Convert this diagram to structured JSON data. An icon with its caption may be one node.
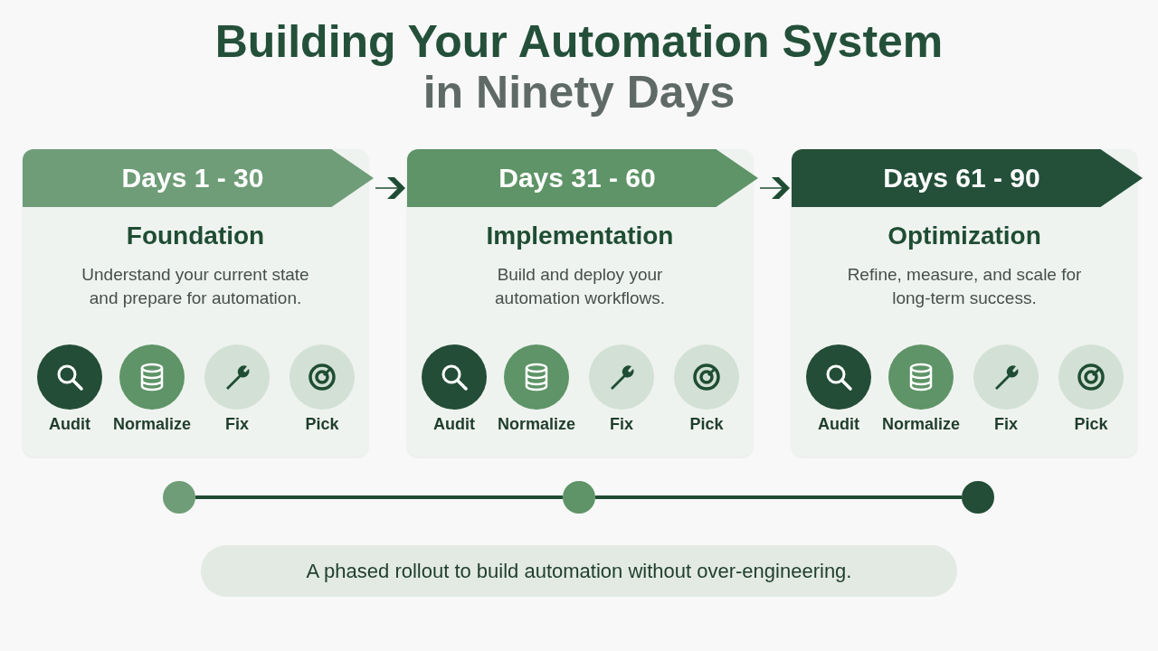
{
  "diagram": {
    "title": "Building Your Automation System in Ninety Days",
    "nodes": [
      {
        "text": [
          "Days 1 - 30",
          "Foundation",
          "Understand your current state and prepare for automation."
        ]
      },
      {
        "text": [
          "Audit"
        ],
        "in": 0
      },
      {
        "text": [
          "Normalize"
        ],
        "in": 0
      },
      {
        "text": [
          "Fix"
        ],
        "in": 0
      },
      {
        "text": [
          "Pick"
        ],
        "in": 0
      },
      {
        "text": [
          "Days 31 - 60",
          "Implementation",
          "Build and deploy your automation workflows."
        ]
      },
      {
        "text": [
          "Audit"
        ],
        "in": 5
      },
      {
        "text": [
          "Normalize"
        ],
        "in": 5
      },
      {
        "text": [
          "Fix"
        ],
        "in": 5
      },
      {
        "text": [
          "Pick"
        ],
        "in": 5
      },
      {
        "text": [
          "Days 61 - 90",
          "Optimization",
          "Refine, measure, and scale for long-term success."
        ]
      },
      {
        "text": [
          "Audit"
        ],
        "in": 10
      },
      {
        "text": [
          "Normalize"
        ],
        "in": 10
      },
      {
        "text": [
          "Fix"
        ],
        "in": 10
      },
      {
        "text": [
          "Pick"
        ],
        "in": 10
      },
      {
        "text": [],
        "shape": "circle"
      },
      {
        "text": [],
        "shape": "circle"
      },
      {
        "text": [],
        "shape": "circle"
      },
      {
        "text": [
          "A phased rollout to build automation without over-engineering."
        ]
      }
    ],
    "edges": [
      {
        "from": 0,
        "to": 5,
        "arrow": "to"
      },
      {
        "from": 5,
        "to": 10,
        "arrow": "to"
      },
      {
        "from": 15,
        "to": 16,
        "arrow": "none",
        "style": "thick"
      },
      {
        "from": 16,
        "to": 17,
        "arrow": "none",
        "style": "thick"
      }
    ]
  }
}
